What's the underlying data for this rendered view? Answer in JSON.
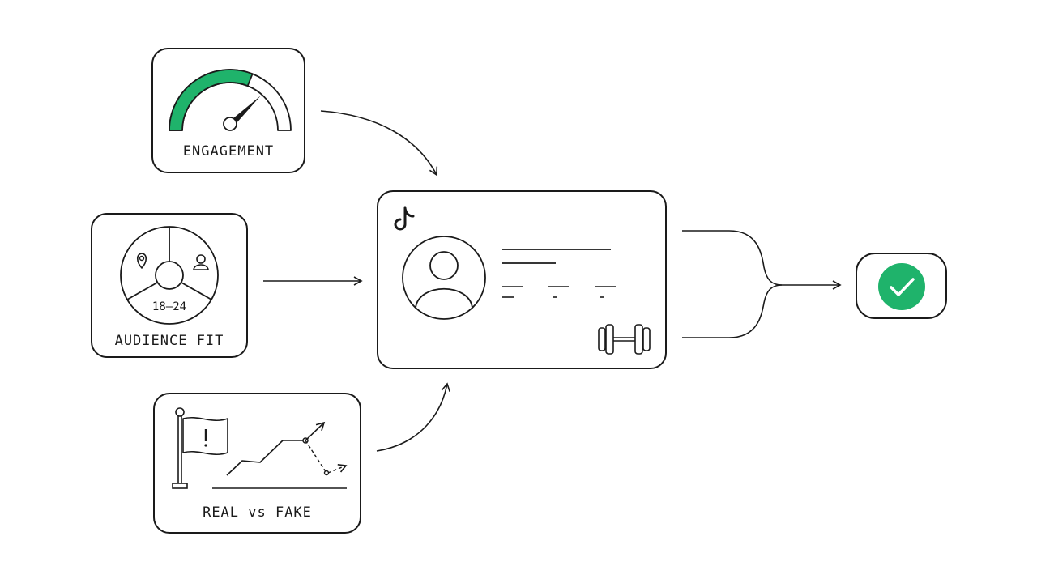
{
  "cards": {
    "engagement": {
      "label": "ENGAGEMENT",
      "gauge_level": 0.62
    },
    "audience_fit": {
      "label": "AUDIENCE FIT",
      "age_range": "18–24",
      "icons": [
        "location-pin-icon",
        "person-icon"
      ]
    },
    "real_vs_fake": {
      "label": "REAL vs FAKE",
      "icons": [
        "warning-flag-icon",
        "trend-line-icon"
      ]
    },
    "profile": {
      "icons": [
        "tiktok-logo-icon",
        "avatar-icon",
        "dumbbell-icon"
      ]
    },
    "result": {
      "icons": [
        "checkmark-icon"
      ]
    }
  },
  "colors": {
    "accent_green": "#1fb36b",
    "stroke": "#1a1a1a",
    "background": "#ffffff"
  }
}
